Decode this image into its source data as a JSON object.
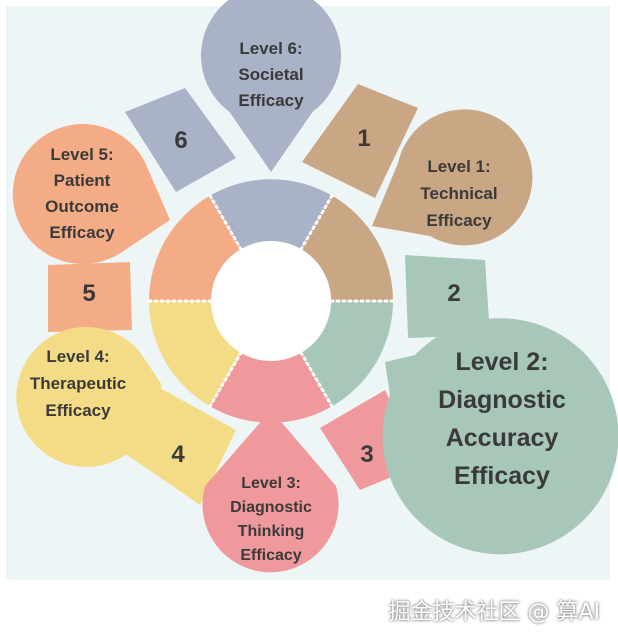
{
  "colors": {
    "background": "#eef5f7",
    "level1": "#c9a684",
    "level2": "#a7c8b9",
    "level3": "#f0999c",
    "level4": "#f4dc87",
    "level5": "#f4ac86",
    "level6": "#a9b2c6",
    "text": "#3a3a3a"
  },
  "levels": [
    {
      "id": "1",
      "number": "1",
      "lines": [
        "Level 1:",
        "Technical",
        "Efficacy"
      ]
    },
    {
      "id": "2",
      "number": "2",
      "lines": [
        "Level 2:",
        "Diagnostic",
        "Accuracy",
        "Efficacy"
      ]
    },
    {
      "id": "3",
      "number": "3",
      "lines": [
        "Level 3:",
        "Diagnostic",
        "Thinking",
        "Efficacy"
      ]
    },
    {
      "id": "4",
      "number": "4",
      "lines": [
        "Level 4:",
        "Therapeutic",
        "Efficacy"
      ]
    },
    {
      "id": "5",
      "number": "5",
      "lines": [
        "Level 5:",
        "Patient",
        "Outcome",
        "Efficacy"
      ]
    },
    {
      "id": "6",
      "number": "6",
      "lines": [
        "Level 6:",
        "Societal",
        "Efficacy"
      ]
    }
  ],
  "watermark": "掘金技术社区 @ 算AI"
}
